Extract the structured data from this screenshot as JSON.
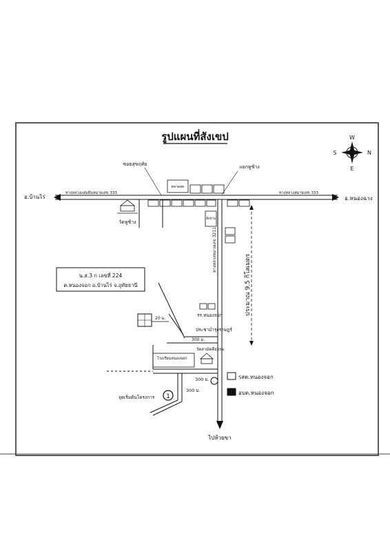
{
  "map": {
    "title": "รูปแผนที่สังเขป",
    "compass": {
      "n": "N",
      "s": "S",
      "e": "E",
      "w": "W"
    },
    "roads": {
      "highway_left": "ทางหลวงแผ่นดินหมายเลข 333",
      "highway_right": "ทางหลวงหมายเลข 333",
      "road_3211": "ทางหลวงหมายเลข 3211"
    },
    "places": {
      "ban_rai": "อ.บ้านไร่",
      "nong_chang": "อ.หนองฉาง",
      "soi": "ซอยสุขฤทัย",
      "market_box": "ตลาดสด",
      "intersection": "แยกหูช้าง",
      "wat_hu_chang": "วัดหูช้าง",
      "small_box": "ตั้งบ้าน",
      "school": "รร.หนองจอก",
      "school2": "ประชาบำรุงราษฎร์",
      "wat_chai": "วัดสามัคคีธรรม",
      "hospital": "โรงเรียนหนองจอก",
      "rph": "รสต.หนองจอก",
      "obt": "อบต.หนองจอก",
      "fruit": "จุดเริ่มต้นโครงการ",
      "to_hui_kha": "ไปห้วยขา"
    },
    "address": {
      "line1": "น.ส.3 ก เลขที่ 224",
      "line2": "ต.หนองจอก อ.บ้านไร่ จ.อุทัยธานี"
    },
    "distance": "ประมาณ 9.5 กิโลเมตร",
    "distances": {
      "d1": "20 ม.",
      "d2": "300 ม.",
      "d3": "300 ม.",
      "d4": "300 ม."
    },
    "marker": "1"
  }
}
